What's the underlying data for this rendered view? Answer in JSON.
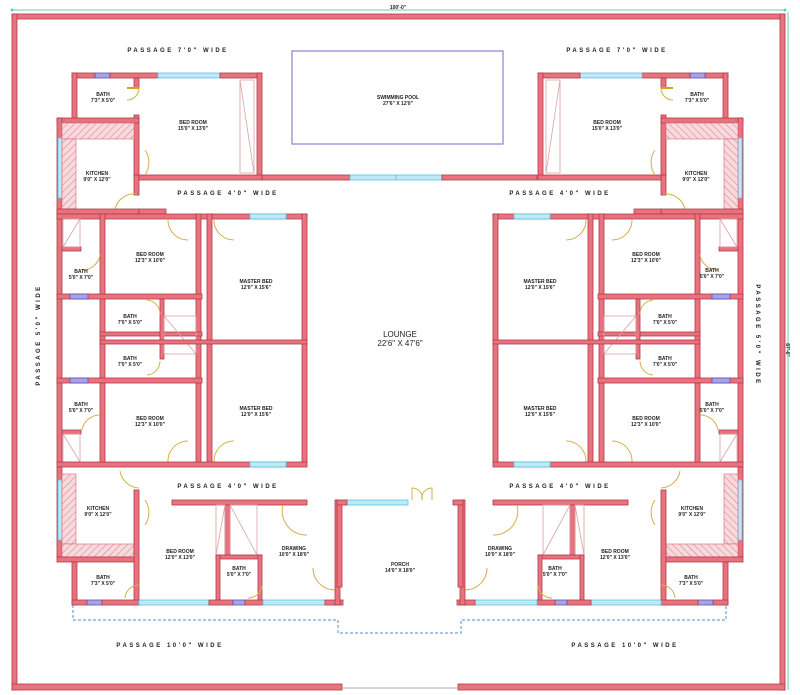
{
  "plot": {
    "overall_width": "100'-0\"",
    "overall_depth": "87'-6\"",
    "colors": {
      "wall": "#e8737f",
      "window": "#bfe9f7",
      "ventilator": "#a9a4e0",
      "door": "#d4b04a",
      "pool_outline": "#8b80d0",
      "dimension_line": "#5fcfb0",
      "boundary_dashed": "#4a8fe0"
    }
  },
  "passages": {
    "top_left": "PASSAGE 7'0\" WIDE",
    "top_right": "PASSAGE 7'0\" WIDE",
    "mid_top_left": "PASSAGE 4'0\" WIDE",
    "mid_top_right": "PASSAGE 4'0\" WIDE",
    "mid_bottom_left": "PASSAGE 4'0\" WIDE",
    "mid_bottom_right": "PASSAGE 4'0\" WIDE",
    "bottom_left": "PASSAGE 10'0\" WIDE",
    "bottom_right": "PASSAGE 10'0\" WIDE",
    "side_left": "PASSAGE 5'0\" WIDE",
    "side_right": "PASSAGE 5'0\" WIDE"
  },
  "central": {
    "pool": {
      "name": "SWIMMING POOL",
      "size": "27'6\" X 12'0\""
    },
    "lounge": {
      "name": "LOUNGE",
      "size": "22'6\" X 47'6\""
    },
    "porch": {
      "name": "PORCH",
      "size": "14'0\" X 18'0\""
    }
  },
  "rooms_left": {
    "bath_top": {
      "name": "BATH",
      "size": "7'3\" X 5'0\""
    },
    "bed_top": {
      "name": "BED ROOM",
      "size": "15'0\" X 13'0\""
    },
    "kitchen_top": {
      "name": "KITCHEN",
      "size": "9'0\" X 12'0\""
    },
    "bed_2": {
      "name": "BED ROOM",
      "size": "12'3\" X 10'0\""
    },
    "bath_2": {
      "name": "BATH",
      "size": "5'0\" X 7'0\""
    },
    "master_1": {
      "name": "MASTER BED",
      "size": "12'0\" X 15'6\""
    },
    "bath_3": {
      "name": "BATH",
      "size": "7'0\" X 5'0\""
    },
    "bath_4": {
      "name": "BATH",
      "size": "7'0\" X 5'0\""
    },
    "bath_5": {
      "name": "BATH",
      "size": "5'0\" X 7'0\""
    },
    "bed_3": {
      "name": "BED ROOM",
      "size": "12'3\" X 10'0\""
    },
    "master_2": {
      "name": "MASTER BED",
      "size": "12'0\" X 15'6\""
    },
    "kitchen_bottom": {
      "name": "KITCHEN",
      "size": "9'0\" X 12'0\""
    },
    "bed_bottom": {
      "name": "BED ROOM",
      "size": "12'0\" X 13'0\""
    },
    "bath_center": {
      "name": "BATH",
      "size": "5'0\" X 7'0\""
    },
    "drawing": {
      "name": "DRAWING",
      "size": "10'0\" X 18'0\""
    },
    "bath_bottom": {
      "name": "BATH",
      "size": "7'3\" X 5'0\""
    }
  },
  "rooms_right": {
    "bath_top": {
      "name": "BATH",
      "size": "7'3\" X 5'0\""
    },
    "bed_top": {
      "name": "BED ROOM",
      "size": "15'0\" X 13'0\""
    },
    "kitchen_top": {
      "name": "KITCHEN",
      "size": "9'0\" X 12'0\""
    },
    "bed_2": {
      "name": "BED ROOM",
      "size": "12'3\" X 10'0\""
    },
    "bath_2": {
      "name": "BATH",
      "size": "5'0\" X 7'0\""
    },
    "master_1": {
      "name": "MASTER BED",
      "size": "12'0\" X 15'6\""
    },
    "bath_3": {
      "name": "BATH",
      "size": "7'0\" X 5'0\""
    },
    "bath_4": {
      "name": "BATH",
      "size": "7'0\" X 5'0\""
    },
    "bath_5": {
      "name": "BATH",
      "size": "5'0\" X 7'0\""
    },
    "bed_3": {
      "name": "BED ROOM",
      "size": "12'3\" X 10'0\""
    },
    "master_2": {
      "name": "MASTER BED",
      "size": "12'0\" X 15'6\""
    },
    "kitchen_bottom": {
      "name": "KITCHEN",
      "size": "9'0\" X 12'0\""
    },
    "bed_bottom": {
      "name": "BED ROOM",
      "size": "12'0\" X 13'0\""
    },
    "bath_center": {
      "name": "BATH",
      "size": "5'0\" X 7'0\""
    },
    "drawing": {
      "name": "DRAWING",
      "size": "10'0\" X 18'0\""
    },
    "bath_bottom": {
      "name": "BATH",
      "size": "7'3\" X 5'0\""
    }
  }
}
